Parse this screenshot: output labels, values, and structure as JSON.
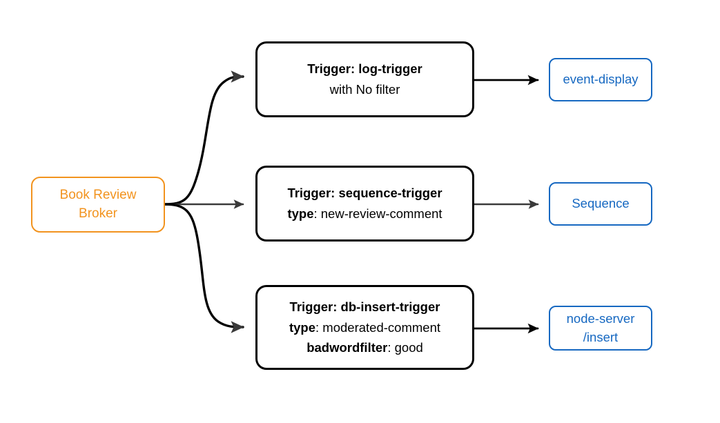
{
  "diagram": {
    "title": "Book Review Broker trigger routing",
    "colors": {
      "broker_orange": "#f2931e",
      "target_blue": "#1668c1",
      "edge_dark": "#3a3a3a",
      "edge_black": "#000000",
      "background": "#ffffff"
    }
  },
  "broker": {
    "line1": "Book Review",
    "line2": "Broker"
  },
  "triggers": [
    {
      "line1_bold": "Trigger: log-trigger",
      "line2_bold": "",
      "line2_rest": "with No filter",
      "line3_bold": "",
      "line3_rest": ""
    },
    {
      "line1_bold": "Trigger: sequence-trigger",
      "line2_bold": "type",
      "line2_rest": ": new-review-comment",
      "line3_bold": "",
      "line3_rest": ""
    },
    {
      "line1_bold": "Trigger: db-insert-trigger",
      "line2_bold": "type",
      "line2_rest": ": moderated-comment",
      "line3_bold": "badwordfilter",
      "line3_rest": ": good"
    }
  ],
  "targets": [
    {
      "line1": "event-display",
      "line2": ""
    },
    {
      "line1": "Sequence",
      "line2": ""
    },
    {
      "line1": "node-server",
      "line2": "/insert"
    }
  ],
  "edges": [
    {
      "name": "broker-to-log-trigger",
      "style": "curved",
      "color": "#3a3a3a"
    },
    {
      "name": "broker-to-sequence-trigger",
      "style": "straight",
      "color": "#3a3a3a"
    },
    {
      "name": "broker-to-db-insert-trigger",
      "style": "curved",
      "color": "#3a3a3a"
    },
    {
      "name": "log-trigger-to-event-display",
      "style": "straight",
      "color": "#000000"
    },
    {
      "name": "sequence-trigger-to-sequence",
      "style": "straight",
      "color": "#3a3a3a"
    },
    {
      "name": "db-insert-trigger-to-node-server",
      "style": "straight",
      "color": "#000000"
    }
  ]
}
